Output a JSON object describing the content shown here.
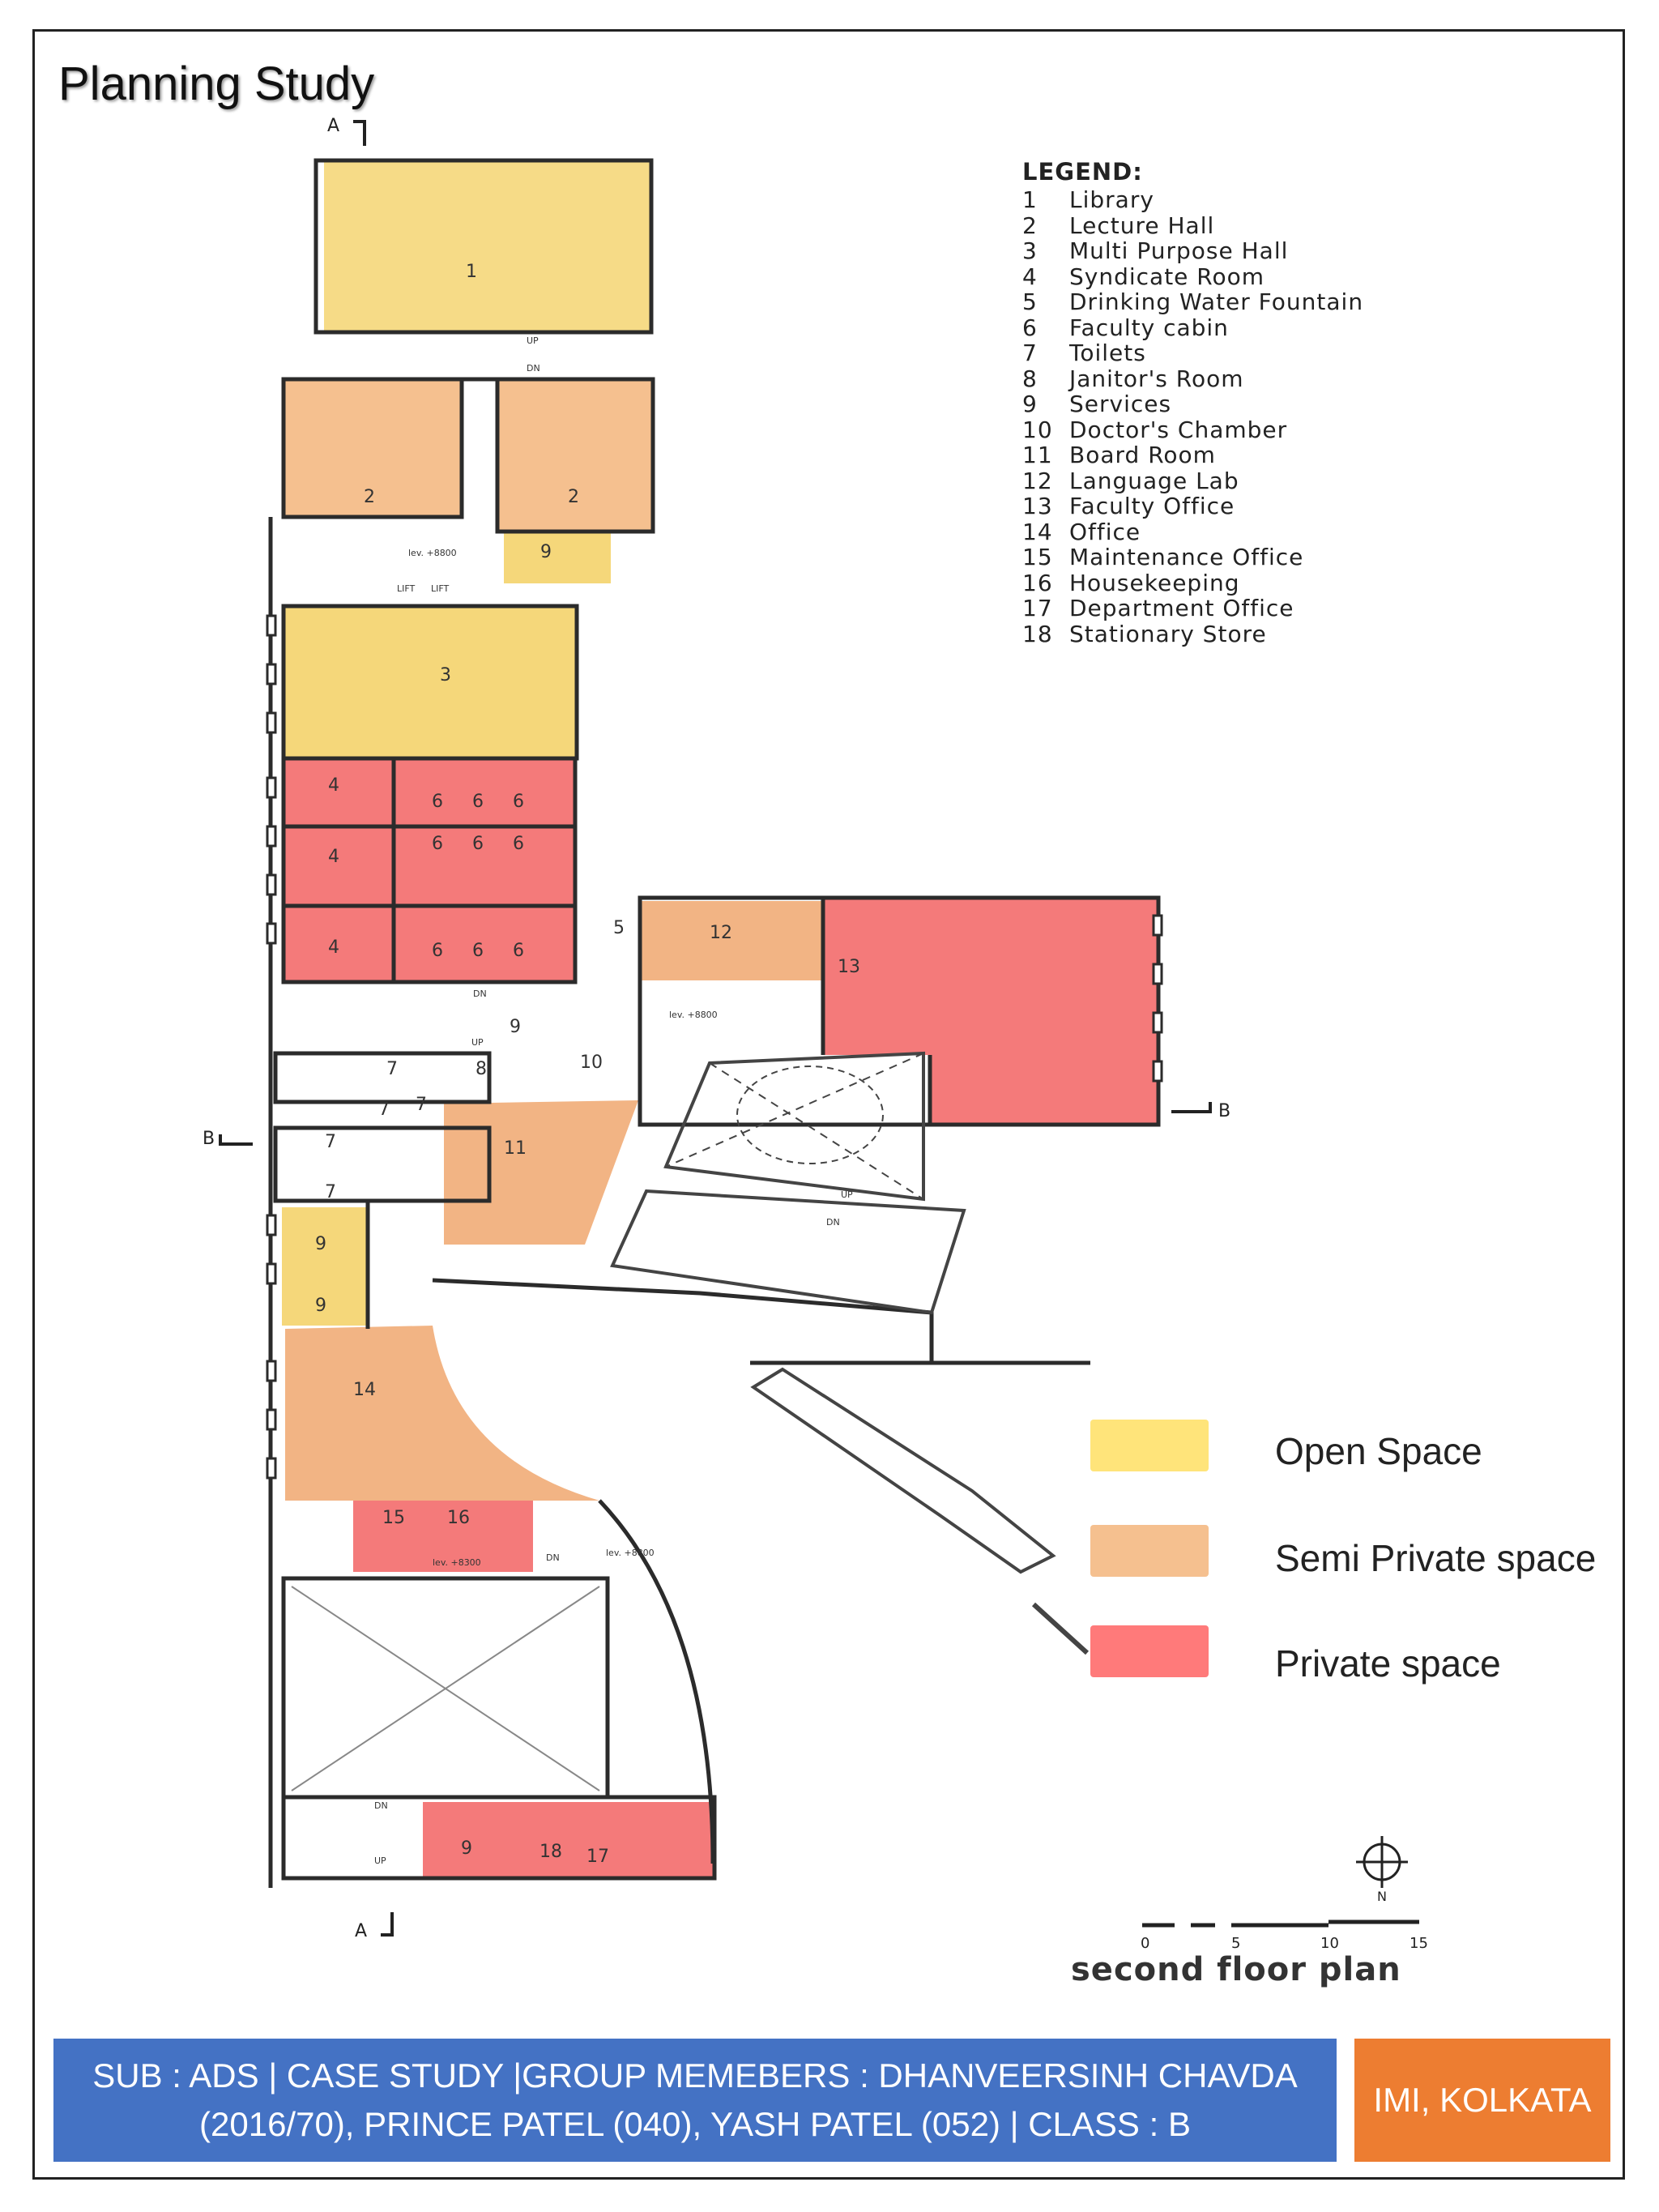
{
  "title": "Planning Study",
  "legend": {
    "heading": "LEGEND:",
    "items": [
      {
        "num": "1",
        "label": "Library"
      },
      {
        "num": "2",
        "label": "Lecture Hall"
      },
      {
        "num": "3",
        "label": "Multi Purpose Hall"
      },
      {
        "num": "4",
        "label": "Syndicate Room"
      },
      {
        "num": "5",
        "label": "Drinking Water Fountain"
      },
      {
        "num": "6",
        "label": "Faculty cabin"
      },
      {
        "num": "7",
        "label": "Toilets"
      },
      {
        "num": "8",
        "label": "Janitor's Room"
      },
      {
        "num": "9",
        "label": "Services"
      },
      {
        "num": "10",
        "label": "Doctor's Chamber"
      },
      {
        "num": "11",
        "label": "Board Room"
      },
      {
        "num": "12",
        "label": "Language Lab"
      },
      {
        "num": "13",
        "label": "Faculty Office"
      },
      {
        "num": "14",
        "label": "Office"
      },
      {
        "num": "15",
        "label": "Maintenance Office"
      },
      {
        "num": "16",
        "label": "Housekeeping"
      },
      {
        "num": "17",
        "label": "Department Office"
      },
      {
        "num": "18",
        "label": "Stationary Store"
      }
    ]
  },
  "space_key": [
    {
      "label": "Open Space",
      "color": "#ffe47a"
    },
    {
      "label": "Semi Private  space",
      "color": "#f5c08f"
    },
    {
      "label": "Private space",
      "color": "#ff7a7a"
    }
  ],
  "plan": {
    "caption": "second floor plan",
    "section_a": "A",
    "section_b": "B",
    "north": "N",
    "scale_labels": [
      "0",
      "5",
      "10",
      "15"
    ],
    "markers": {
      "up": "UP",
      "dn": "DN",
      "lift": "LIFT",
      "level_1": "lev. +8800",
      "level_2": "lev. +8300"
    },
    "rooms": [
      "1",
      "2",
      "2",
      "9",
      "3",
      "4",
      "4",
      "4",
      "6",
      "6",
      "6",
      "6",
      "6",
      "6",
      "6",
      "6",
      "6",
      "5",
      "12",
      "13",
      "7",
      "7",
      "7",
      "7",
      "7",
      "8",
      "9",
      "10",
      "11",
      "9",
      "9",
      "14",
      "15",
      "16",
      "9",
      "18",
      "17"
    ]
  },
  "footer": {
    "line1": "SUB : ADS | CASE STUDY |GROUP MEMEBERS : DHANVEERSINH CHAVDA",
    "line2": "(2016/70), PRINCE PATEL (040), YASH PATEL (052) | CLASS : B",
    "org": "IMI, KOLKATA"
  }
}
